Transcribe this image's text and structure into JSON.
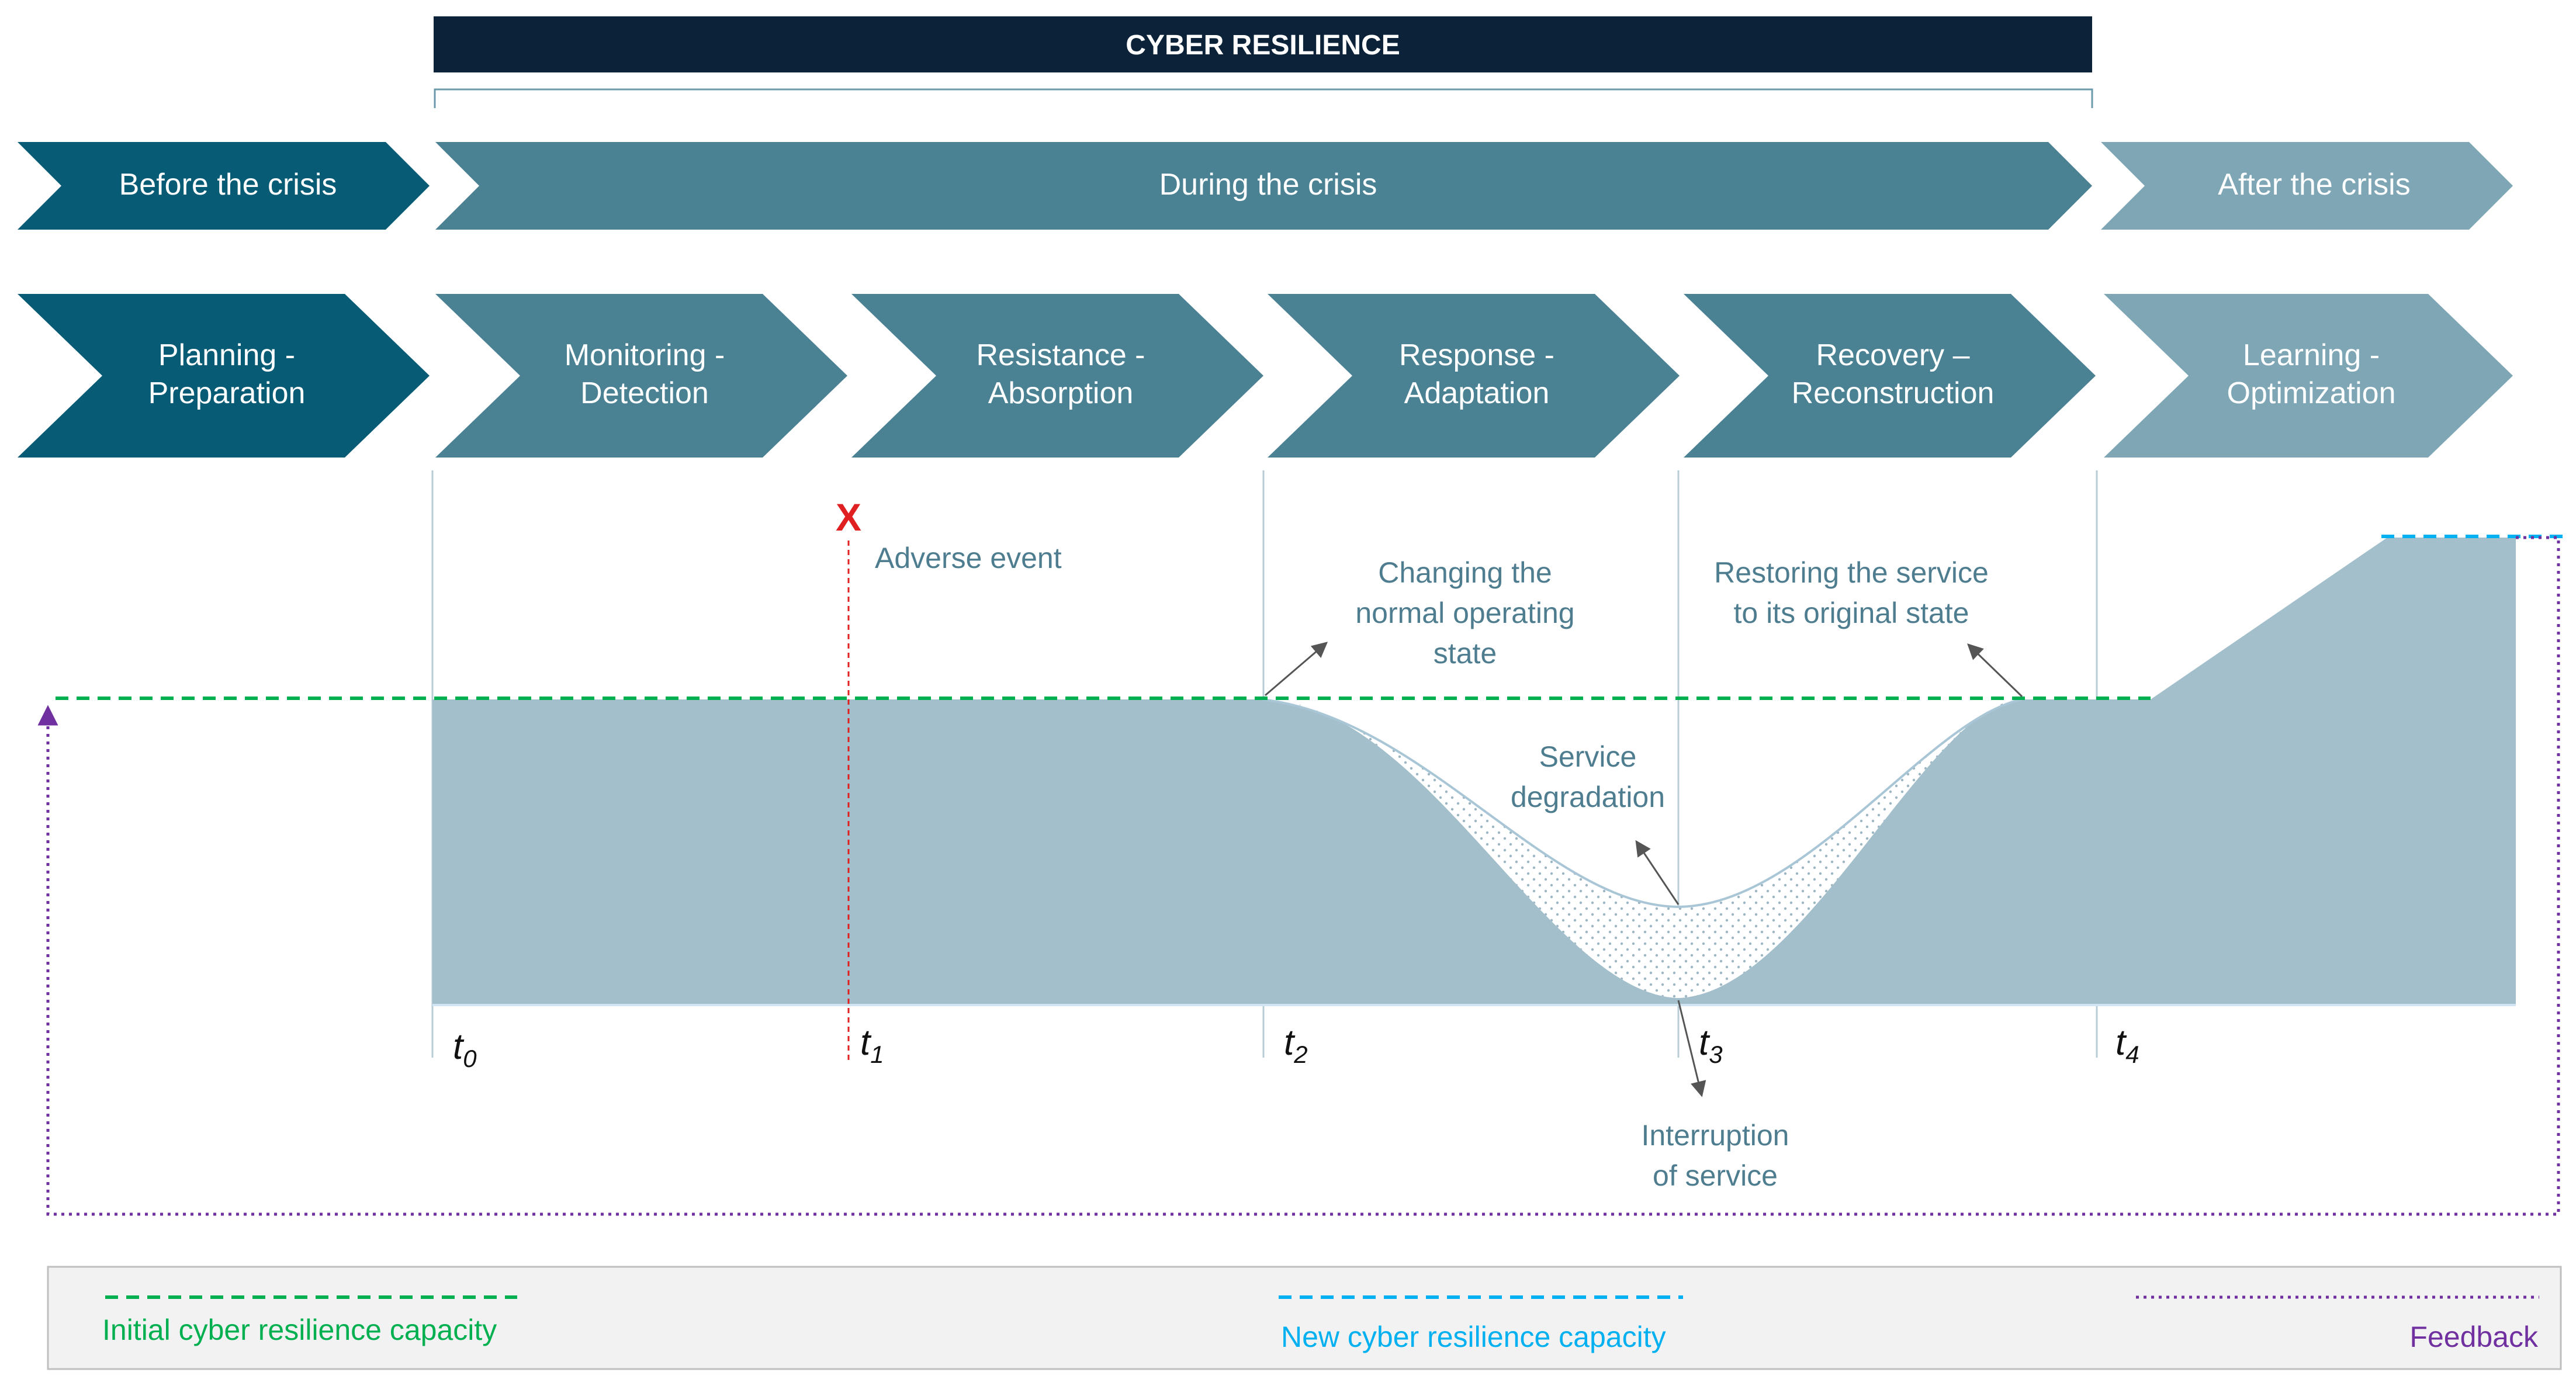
{
  "header": {
    "title": "CYBER RESILIENCE"
  },
  "phases": [
    {
      "label": "Before the crisis"
    },
    {
      "label": "During the crisis"
    },
    {
      "label": "After the crisis"
    }
  ],
  "stages": [
    {
      "line1": "Planning -",
      "line2": "Preparation"
    },
    {
      "line1": "Monitoring -",
      "line2": "Detection"
    },
    {
      "line1": "Resistance -",
      "line2": "Absorption"
    },
    {
      "line1": "Response -",
      "line2": "Adaptation"
    },
    {
      "line1": "Recovery –",
      "line2": "Reconstruction"
    },
    {
      "line1": "Learning -",
      "line2": "Optimization"
    }
  ],
  "annotations": {
    "adverse_marker": "X",
    "adverse_event": "Adverse event",
    "changing": [
      "Changing the",
      "normal operating",
      "state"
    ],
    "restoring": [
      "Restoring the service",
      "to its original state"
    ],
    "degradation": [
      "Service",
      "degradation"
    ],
    "interruption": [
      "Interruption",
      "of service"
    ]
  },
  "time_labels": [
    {
      "t": "t",
      "sub": "0"
    },
    {
      "t": "t",
      "sub": "1"
    },
    {
      "t": "t",
      "sub": "2"
    },
    {
      "t": "t",
      "sub": "3"
    },
    {
      "t": "t",
      "sub": "4"
    }
  ],
  "legend": {
    "initial": "Initial cyber resilience capacity",
    "new": "New cyber resilience capacity",
    "feedback": "Feedback"
  },
  "colors": {
    "header_bg": "#0b2239",
    "phase_before": "#075b74",
    "phase_during": "#4a8294",
    "phase_after": "#7ea6b5",
    "area_fill": "#a3bfcb",
    "initial_line": "#00b050",
    "new_line": "#00b0f0",
    "feedback_line": "#7030a0",
    "adverse_red": "#e02020",
    "annotation_text": "#4f7d90"
  }
}
